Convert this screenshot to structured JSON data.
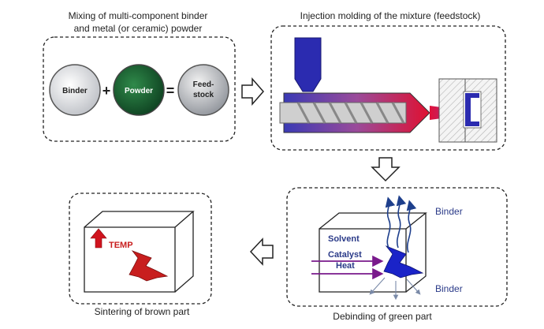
{
  "steps": {
    "mixing": {
      "caption_line1": "Mixing of multi-component binder",
      "caption_line2": "and metal (or ceramic) powder"
    },
    "injection": {
      "caption": "Injection molding of the mixture (feedstock)"
    },
    "debinding": {
      "caption": "Debinding of green part"
    },
    "sintering": {
      "caption": "Sintering of brown part"
    }
  },
  "mixing_equation": {
    "binder": "Binder",
    "plus": "+",
    "powder": "Powder",
    "equals": "=",
    "feedstock_line1": "Feed-",
    "feedstock_line2": "stock"
  },
  "debinding_labels": {
    "binder_top": "Binder",
    "binder_bottom": "Binder",
    "solvent": "Solvent",
    "catalyst": "Catalyst",
    "heat": "Heat"
  },
  "sintering_labels": {
    "temp": "TEMP"
  },
  "colors": {
    "border": "#222222",
    "screw_blue": "#2b2bb0",
    "heat_red": "#e0102a",
    "part_red": "#c81e1e",
    "part_blue": "#1a23c8",
    "arrow_purple": "#7a1a8c",
    "binder_blue": "#1e3f8c",
    "label_navy": "#2a3a88"
  }
}
